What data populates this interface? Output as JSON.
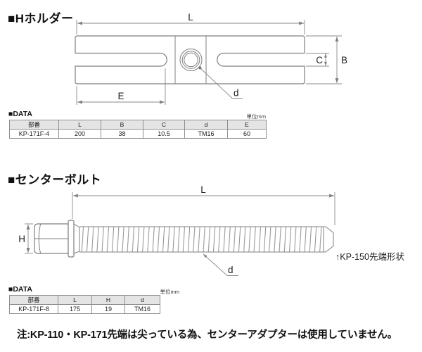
{
  "sections": {
    "holder": {
      "title": "■Hホルダー",
      "data_label": "■DATA",
      "unit_label": "単位mm",
      "dims": {
        "L": "L",
        "B": "B",
        "C": "C",
        "E": "E",
        "d": "d"
      },
      "table": {
        "headers": [
          "部番",
          "L",
          "B",
          "C",
          "d",
          "E"
        ],
        "rows": [
          [
            "KP-171F-4",
            "200",
            "38",
            "10.5",
            "TM16",
            "60"
          ]
        ]
      }
    },
    "bolt": {
      "title": "■センターボルト",
      "data_label": "■DATA",
      "unit_label": "単位mm",
      "dims": {
        "L": "L",
        "H": "H",
        "d": "d"
      },
      "tip_note": "↑KP-150先端形状",
      "table": {
        "headers": [
          "部番",
          "L",
          "H",
          "d"
        ],
        "rows": [
          [
            "KP-171F-8",
            "175",
            "19",
            "TM16"
          ]
        ]
      }
    }
  },
  "footnote": "注:KP-110・KP-171先端は尖っている為、センターアダプターは使用していません。",
  "colors": {
    "background": "#ffffff",
    "line": "#7f7f7f",
    "dim_line": "#8a8a8a",
    "text": "#1f1f1f",
    "table_header_bg": "#e4e4e4",
    "table_border": "#8f8f8f"
  }
}
